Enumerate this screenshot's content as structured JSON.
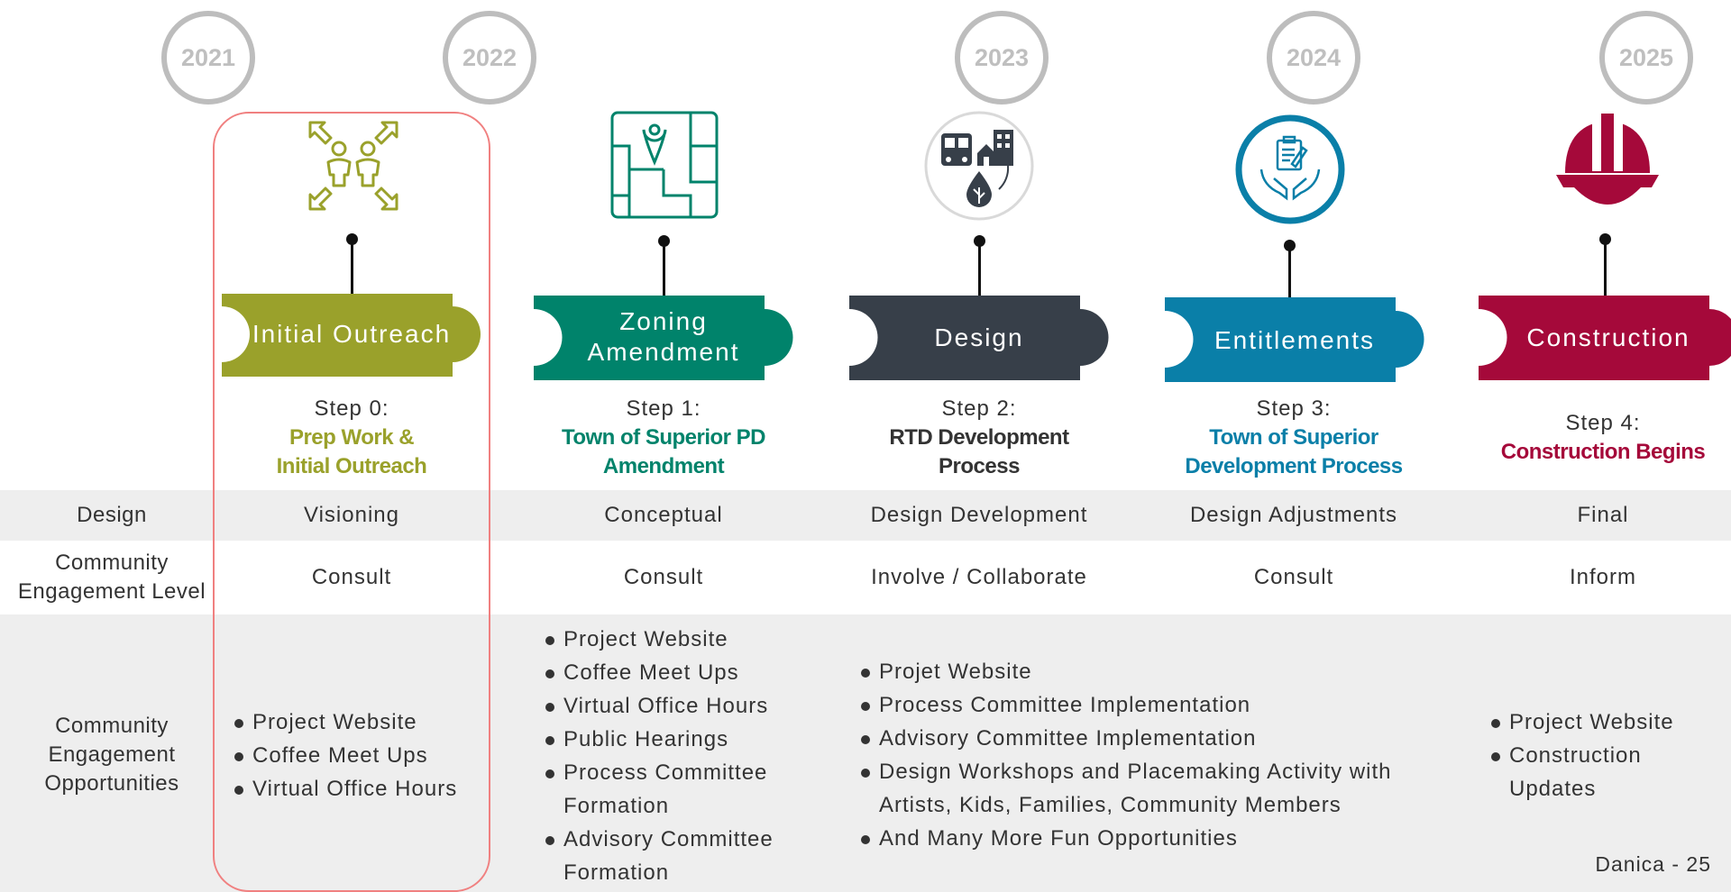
{
  "years": [
    "2021",
    "2022",
    "2023",
    "2024",
    "2025"
  ],
  "colors": {
    "olive": "#9aa12b",
    "teal": "#00836b",
    "slate": "#373f49",
    "blue": "#0a7fa8",
    "crimson": "#a5093a",
    "highlight": "#f08080",
    "band": "#eeeeee"
  },
  "stages": [
    {
      "icon": "people-expand-icon",
      "banner_line1": "Initial Outreach",
      "banner_line2": "",
      "step": "Step 0:",
      "title_line1": "Prep Work &",
      "title_line2": "Initial Outreach"
    },
    {
      "icon": "zoning-map-pin-icon",
      "banner_line1": "Zoning",
      "banner_line2": "Amendment",
      "step": "Step 1:",
      "title_line1": "Town of Superior PD",
      "title_line2": "Amendment"
    },
    {
      "icon": "transit-building-leaf-icon",
      "banner_line1": "Design",
      "banner_line2": "",
      "step": "Step 2:",
      "title_line1": "RTD Development",
      "title_line2": "Process"
    },
    {
      "icon": "clipboard-hands-icon",
      "banner_line1": "Entitlements",
      "banner_line2": "",
      "step": "Step 3:",
      "title_line1": "Town of Superior",
      "title_line2": "Development Process"
    },
    {
      "icon": "hard-hat-icon",
      "banner_line1": "Construction",
      "banner_line2": "",
      "step": "Step 4:",
      "title_line1": "Construction Begins",
      "title_line2": ""
    }
  ],
  "rows": {
    "design": {
      "label": "Design",
      "values": [
        "Visioning",
        "Conceptual",
        "Design Development",
        "Design Adjustments",
        "Final"
      ]
    },
    "engagement_level": {
      "label_line1": "Community",
      "label_line2": "Engagement Level",
      "values": [
        "Consult",
        "Consult",
        "Involve / Collaborate",
        "Consult",
        "Inform"
      ]
    },
    "opportunities": {
      "label_line1": "Community",
      "label_line2": "Engagement",
      "label_line3": "Opportunities",
      "col0": [
        "Project Website",
        "Coffee Meet Ups",
        "Virtual Office Hours"
      ],
      "col1": [
        "Project Website",
        "Coffee Meet Ups",
        "Virtual Office Hours",
        "Public Hearings",
        "Process Committee Formation",
        "Advisory Committee Formation"
      ],
      "col2": [
        "Projet Website",
        "Process Committee Implementation",
        "Advisory Committee Implementation",
        "Design Workshops and Placemaking Activity with Artists, Kids, Families, Community Members",
        "And Many More Fun Opportunities"
      ],
      "col4": [
        "Project Website",
        "Construction Updates"
      ]
    }
  },
  "footer": "Danica - 25"
}
